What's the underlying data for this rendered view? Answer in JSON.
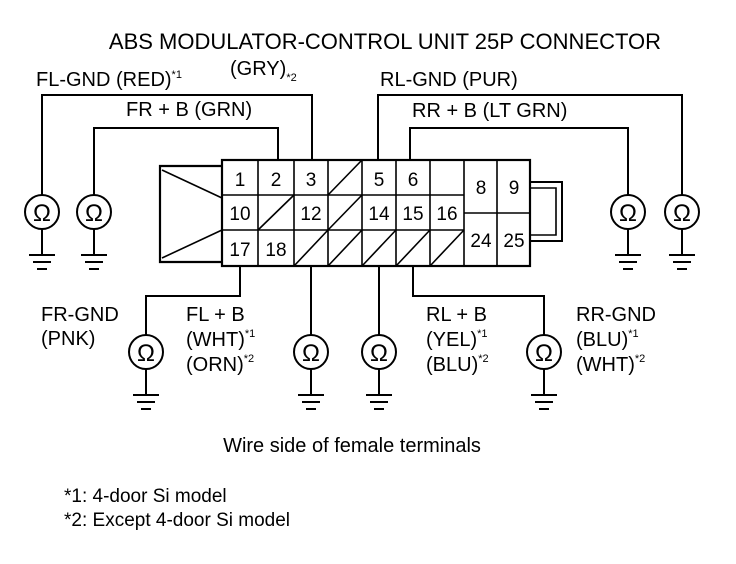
{
  "title": "ABS MODULATOR-CONTROL UNIT 25P CONNECTOR",
  "ohm_symbol": "Ω",
  "terminals": {
    "t1": "1",
    "t2": "2",
    "t3": "3",
    "t5": "5",
    "t6": "6",
    "t8": "8",
    "t9": "9",
    "t10": "10",
    "t12": "12",
    "t14": "14",
    "t15": "15",
    "t16": "16",
    "t17": "17",
    "t18": "18",
    "t24": "24",
    "t25": "25"
  },
  "labels": {
    "fl_gnd": "FL-GND (RED)",
    "fl_gnd_note": "*1",
    "gry": "(GRY)",
    "gry_note": "*2",
    "fr_b": "FR  + B (GRN)",
    "rl_gnd": "RL-GND (PUR)",
    "rr_b": "RR  + B (LT GRN)",
    "fr_gnd_line1": "FR-GND",
    "fr_gnd_line2": "(PNK)",
    "fl_b_line1": "FL  + B",
    "fl_b_line2": "(WHT)",
    "fl_b_line2_note": "*1",
    "fl_b_line3": "(ORN)",
    "fl_b_line3_note": "*2",
    "rl_b_line1": "RL  + B",
    "rl_b_line2": "(YEL)",
    "rl_b_line2_note": "*1",
    "rl_b_line3": "(BLU)",
    "rl_b_line3_note": "*2",
    "rr_gnd_line1": "RR-GND",
    "rr_gnd_line2": "(BLU)",
    "rr_gnd_line2_note": "*1",
    "rr_gnd_line3": "(WHT)",
    "rr_gnd_line3_note": "*2"
  },
  "caption": "Wire side of female terminals",
  "footnotes": {
    "note1": "*1: 4-door Si model",
    "note2": "*2: Except 4-door Si model"
  }
}
